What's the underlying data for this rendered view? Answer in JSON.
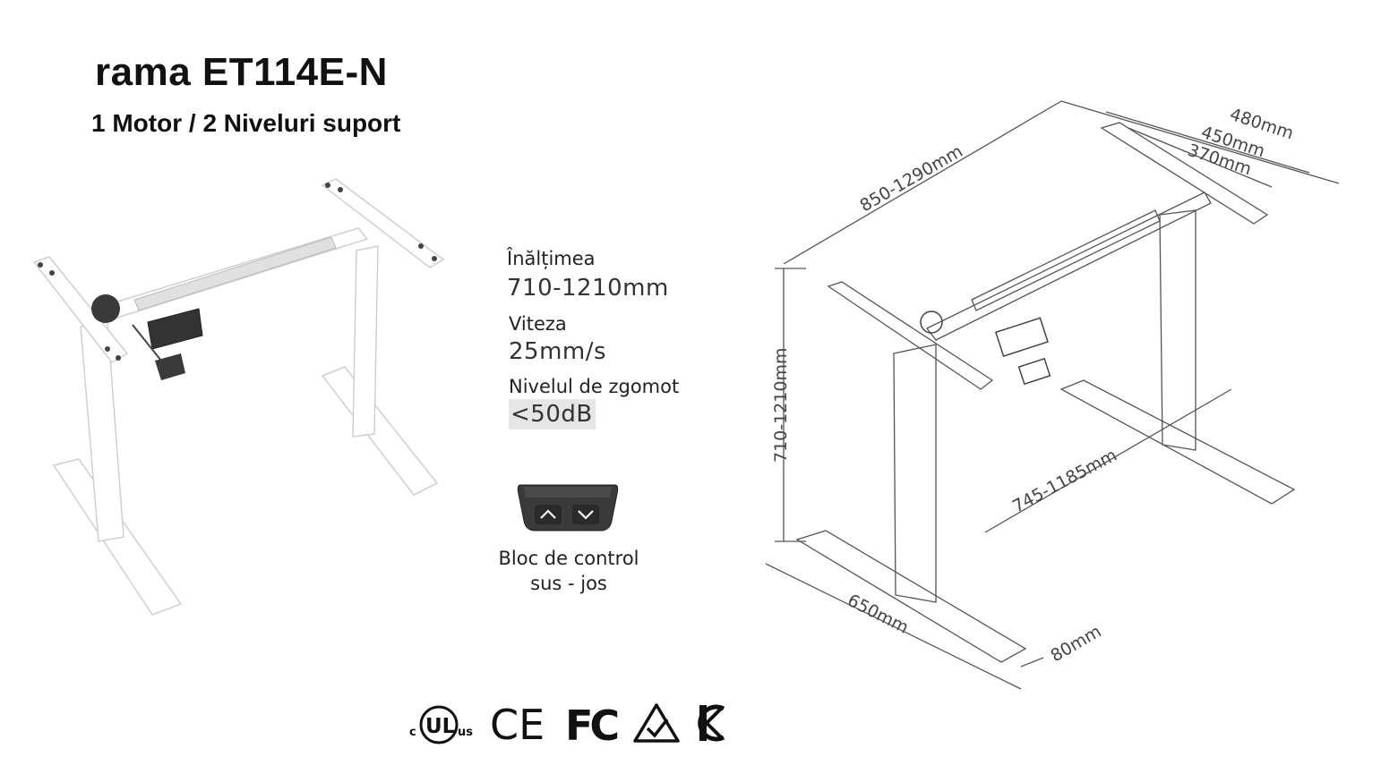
{
  "product": {
    "title": "rama ET114E-N",
    "subtitle": "1 Motor / 2 Niveluri suport"
  },
  "specs": {
    "height_label": "Înălțimea",
    "height_value": "710-1210mm",
    "speed_label": "Viteza",
    "speed_value": "25mm/s",
    "noise_label": "Nivelul de zgomot",
    "noise_value": "<50dB"
  },
  "control": {
    "caption_line1": "Bloc de control",
    "caption_line2": "sus - jos",
    "up_icon": "chevron-up-icon",
    "down_icon": "chevron-down-icon"
  },
  "dimensions": {
    "width_range": "850-1290mm",
    "top_480": "480mm",
    "top_450": "450mm",
    "top_370": "370mm",
    "height_range": "710-1210mm",
    "inner_range": "745-1185mm",
    "foot_length": "650mm",
    "foot_width": "80mm"
  },
  "certifications": [
    "cULus",
    "CE",
    "FC",
    "RCM",
    "KC"
  ],
  "colors": {
    "frame": "#ffffff",
    "frame_outline": "#d0d0d0",
    "motor": "#3a3a3a",
    "line_drawing": "#555555",
    "text": "#111111"
  }
}
